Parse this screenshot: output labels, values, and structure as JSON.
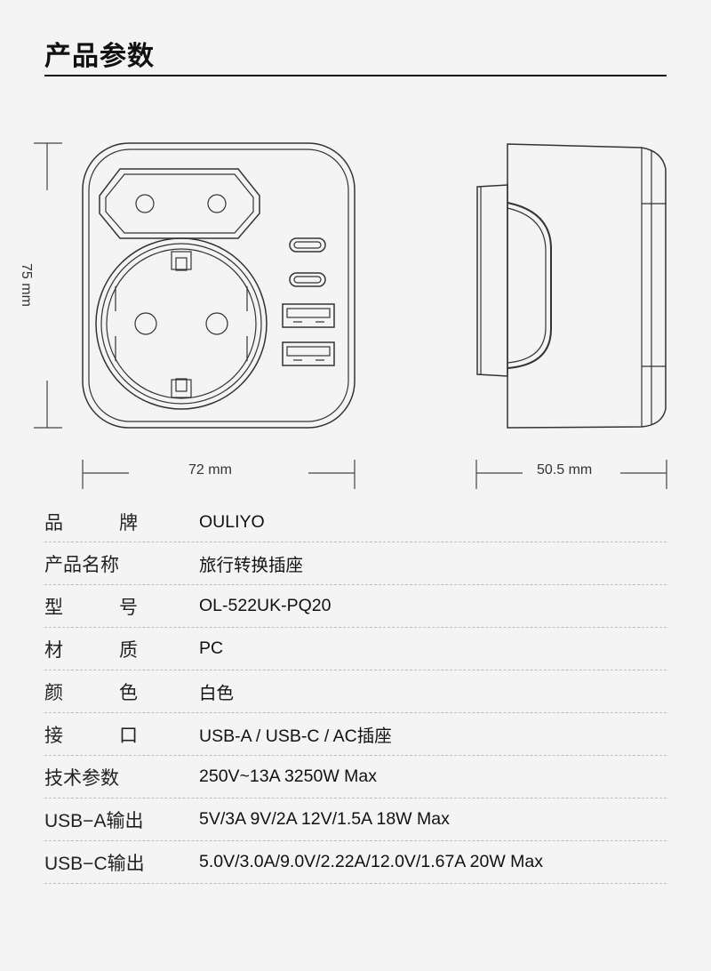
{
  "header": {
    "title": "产品参数"
  },
  "diagram": {
    "front_view": {
      "height_label": "75 mm",
      "width_label": "72 mm"
    },
    "side_view": {
      "depth_label": "50.5 mm"
    },
    "ports": [
      "USB-C",
      "USB-C",
      "USB-A",
      "USB-A",
      "EU 2-pin socket",
      "Schuko socket"
    ]
  },
  "specs": [
    {
      "label": "品　　　牌",
      "value": "OULIYO"
    },
    {
      "label": "产品名称",
      "value": "旅行转换插座"
    },
    {
      "label": "型　　　号",
      "value": "OL-522UK-PQ20"
    },
    {
      "label": "材　　　质",
      "value": "PC"
    },
    {
      "label": "颜　　　色",
      "value": "白色"
    },
    {
      "label": "接　　　口",
      "value": "USB-A / USB-C / AC插座"
    },
    {
      "label": "技术参数",
      "value": "250V~13A  3250W Max"
    },
    {
      "label": "USB−A输出",
      "value": "5V/3A  9V/2A  12V/1.5A  18W Max"
    },
    {
      "label": "USB−C输出",
      "value": "5.0V/3.0A/9.0V/2.22A/12.0V/1.67A  20W Max"
    }
  ]
}
